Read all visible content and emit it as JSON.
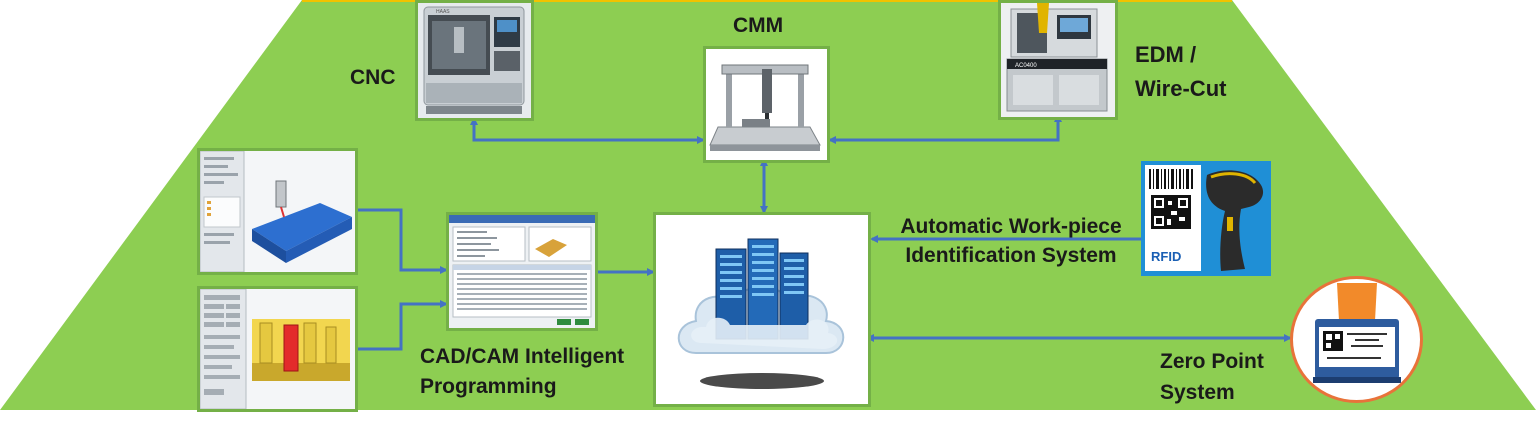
{
  "labels": {
    "cmm": "CMM",
    "cnc": "CNC",
    "edm_line1": "EDM /",
    "edm_line2": "Wire-Cut",
    "awis_line1": "Automatic Work-piece",
    "awis_line2": "Identification System",
    "cadcam_line1": "CAD/CAM Intelligent",
    "cadcam_line2": "Programming",
    "zps_line1": "Zero Point",
    "zps_line2": "System",
    "rfid": "RFID"
  },
  "colors": {
    "background_trapezoid": "#8dce52",
    "top_edge": "#f2c200",
    "box_border": "#74b047",
    "arrow": "#4472c4",
    "zero_point_circle_border": "#e8733a",
    "scanner_panel": "#1f8fd6",
    "server_blue": "#1e5ea8",
    "cloud": "#dbe8f3"
  },
  "icons": {
    "cnc": "cnc-machine-icon",
    "cmm": "cmm-machine-icon",
    "edm": "edm-machine-icon",
    "server": "cloud-server-icon",
    "scanner": "barcode-scanner-icon",
    "zero_point": "zero-point-fixture-icon"
  }
}
